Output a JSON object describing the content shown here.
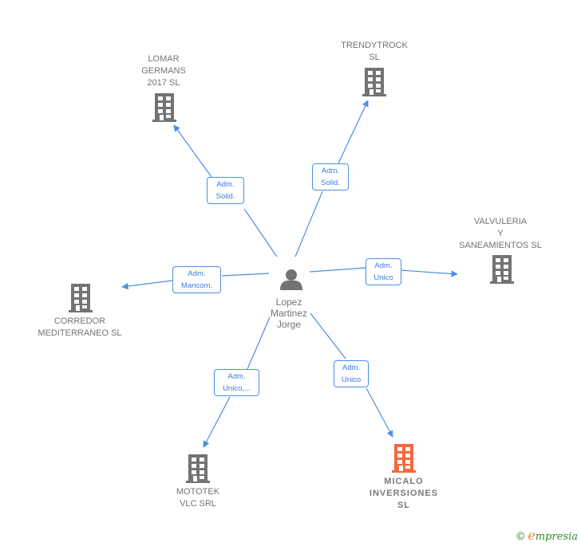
{
  "center": {
    "name": "Lopez\nMartinez\nJorge",
    "icon": "person-icon"
  },
  "nodes": [
    {
      "id": "lomar",
      "name": "LOMAR\nGERMANS\n2017  SL",
      "icon": "building-icon",
      "highlight": false
    },
    {
      "id": "trendytrock",
      "name": "TRENDYTROCK\nSL",
      "icon": "building-icon",
      "highlight": false
    },
    {
      "id": "valvuleria",
      "name": "VALVULERIA\nY\nSANEAMIENTOS SL",
      "icon": "building-icon",
      "highlight": false
    },
    {
      "id": "corredor",
      "name": "CORREDOR\nMEDITERRANEO SL",
      "icon": "building-icon",
      "highlight": false
    },
    {
      "id": "mototek",
      "name": "MOTOTEK\nVLC SRL",
      "icon": "building-icon",
      "highlight": false
    },
    {
      "id": "micalo",
      "name": "MICALO\nINVERSIONES\nSL",
      "icon": "building-icon",
      "highlight": true
    }
  ],
  "edges": [
    {
      "to": "lomar",
      "label": "Adm.\nSolid."
    },
    {
      "to": "trendytrock",
      "label": "Adm.\nSolid."
    },
    {
      "to": "valvuleria",
      "label": "Adm.\nUnico"
    },
    {
      "to": "corredor",
      "label": "Adm.\nMancom."
    },
    {
      "to": "mototek",
      "label": "Adm.\nUnico,..."
    },
    {
      "to": "micalo",
      "label": "Adm.\nUnico"
    }
  ],
  "colors": {
    "edge": "#4a90e2",
    "building": "#737373",
    "highlight_building": "#f26a3d",
    "person": "#737373"
  },
  "footer": {
    "copyright": "©",
    "brand_initial": "e",
    "brand_rest": "mpresia"
  }
}
